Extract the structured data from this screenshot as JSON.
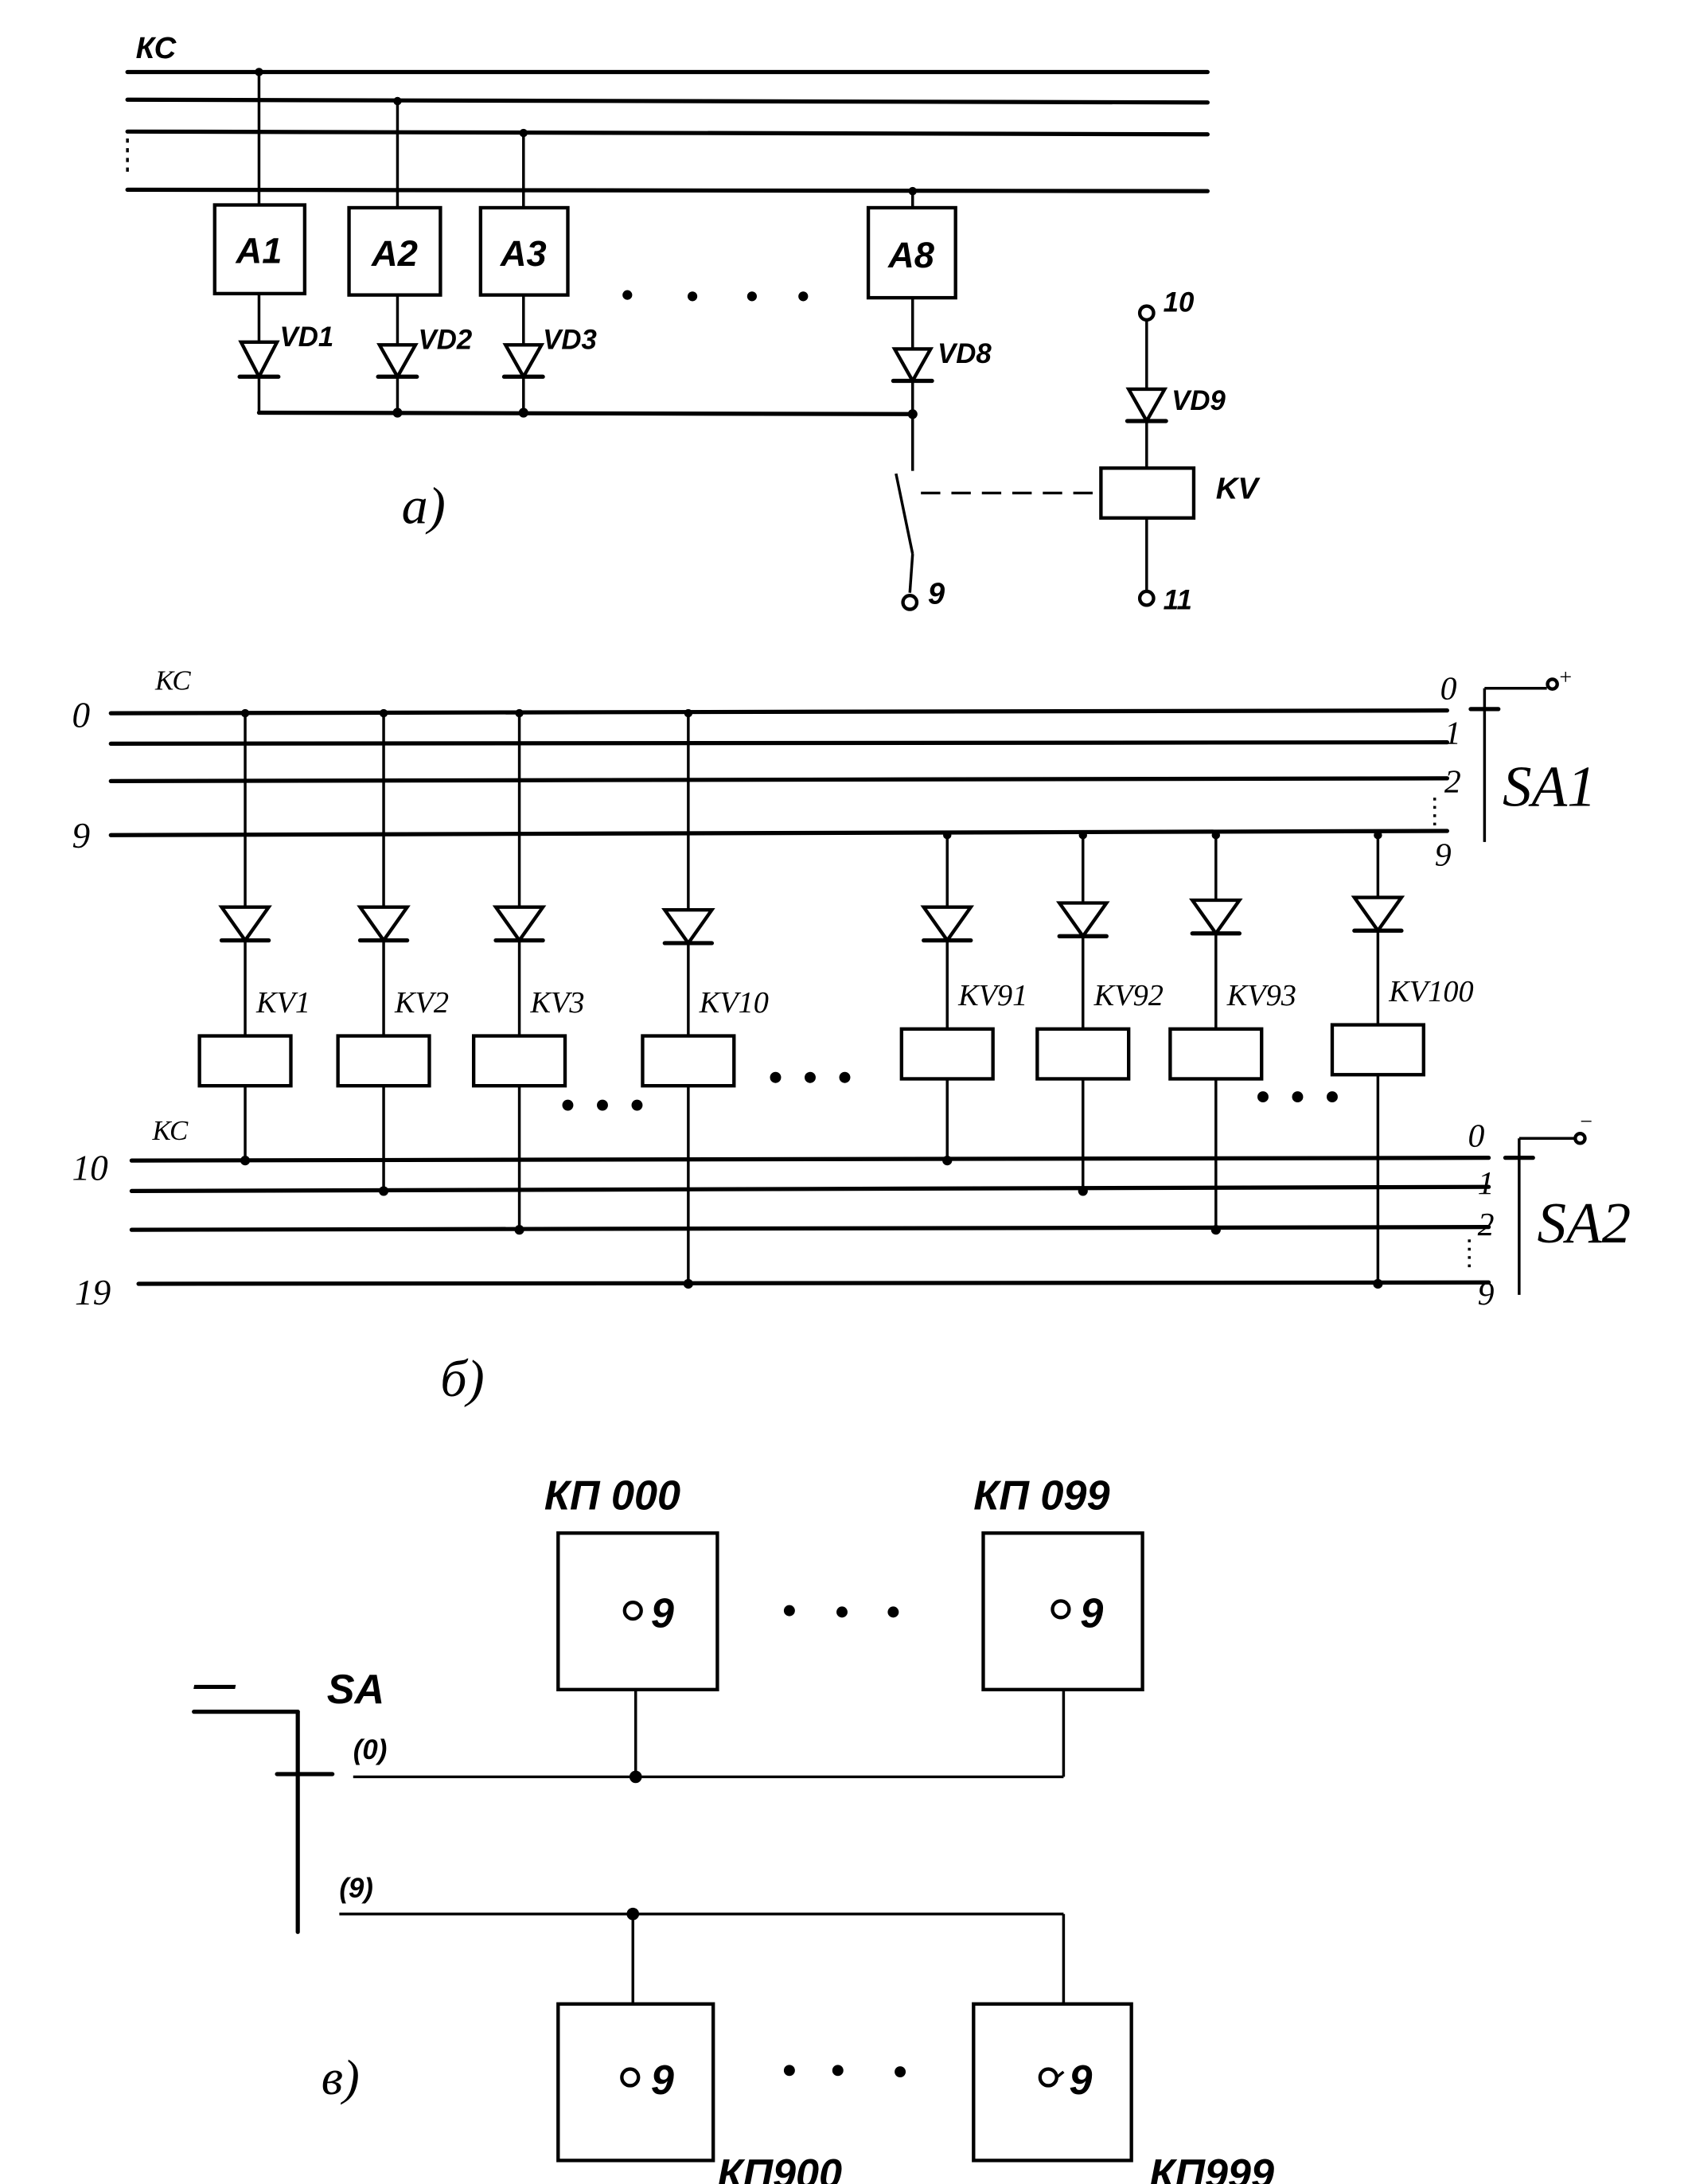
{
  "part_a": {
    "caption": "a)",
    "bus_label": "КС",
    "blocks": [
      "A1",
      "A2",
      "A3",
      "A8"
    ],
    "diodes": [
      "VD1",
      "VD2",
      "VD3",
      "VD8"
    ],
    "relay_diode": "VD9",
    "relay": "KV",
    "terminals": {
      "top": "10",
      "bottom": "11",
      "switch": "9"
    }
  },
  "part_b": {
    "caption": "б)",
    "top_bus_label": "КС",
    "bottom_bus_label": "КС",
    "top_left_labels": [
      "0",
      "9"
    ],
    "bottom_left_labels": [
      "10",
      "19"
    ],
    "top_right_labels": [
      "0",
      "1",
      "2",
      "9"
    ],
    "bottom_right_labels": [
      "0",
      "1",
      "2",
      "9"
    ],
    "switch_top": "SA1",
    "switch_bottom": "SA2",
    "polarity_top": "+",
    "polarity_bottom": "−",
    "relays": [
      "KV1",
      "KV2",
      "KV3",
      "KV10",
      "KV91",
      "KV92",
      "KV93",
      "KV100"
    ]
  },
  "part_c": {
    "caption": "в)",
    "switch": "SA",
    "switch_symbol": "—",
    "positions": [
      "(0)",
      "(9)"
    ],
    "points": [
      "КП 000",
      "КП 099",
      "КП900",
      "КП999"
    ],
    "terminal": "9"
  }
}
